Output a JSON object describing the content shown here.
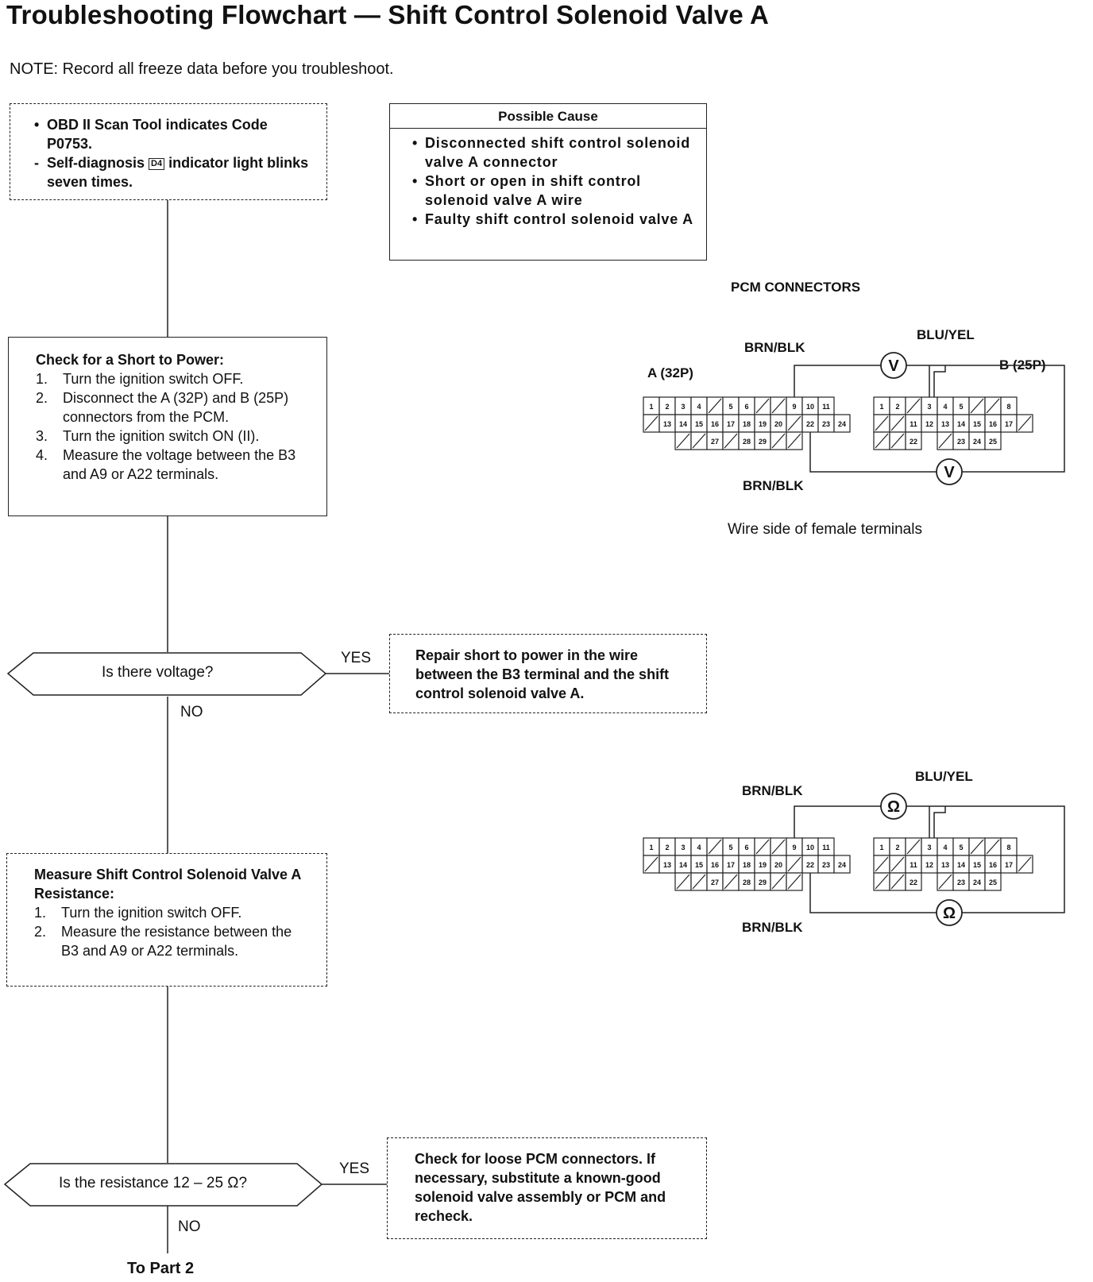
{
  "title": "Troubleshooting Flowchart — Shift Control Solenoid Valve A",
  "note": "NOTE:  Record all freeze data before you troubleshoot.",
  "start_box": {
    "line1": "OBD II Scan Tool indicates Code P0753.",
    "line2_pre": "Self-diagnosis",
    "line2_icon": "D4",
    "line2_post": "indicator light blinks seven times."
  },
  "possible_cause": {
    "header": "Possible Cause",
    "items": [
      "Disconnected shift control solenoid valve A connector",
      "Short or open in shift control solenoid valve A wire",
      "Faulty shift control solenoid valve A"
    ]
  },
  "check_short": {
    "title": "Check for a Short to Power:",
    "steps": [
      {
        "n": "1.",
        "text": "Turn the ignition switch OFF."
      },
      {
        "n": "2.",
        "text": "Disconnect the A (32P) and B (25P) connectors from the PCM."
      },
      {
        "n": "3.",
        "text": "Turn the ignition switch ON (II)."
      },
      {
        "n": "4.",
        "text": "Measure the voltage between the B3 and A9 or A22 terminals."
      }
    ]
  },
  "q1": {
    "text": "Is there voltage?",
    "yes": "YES",
    "no": "NO"
  },
  "repair_box": "Repair short to power in the wire between the B3 terminal and the shift control solenoid valve A.",
  "measure": {
    "title": "Measure Shift Control Solenoid Valve A Resistance:",
    "steps": [
      {
        "n": "1.",
        "text": "Turn the ignition switch OFF."
      },
      {
        "n": "2.",
        "text": "Measure the resistance between the B3 and A9 or A22 terminals."
      }
    ]
  },
  "q2": {
    "text": "Is the resistance 12 – 25 Ω?",
    "yes": "YES",
    "no": "NO"
  },
  "check_box": "Check for loose PCM connectors. If necessary, substitute a known-good solenoid valve assembly or PCM and recheck.",
  "to_part": "To Part 2",
  "diagram1": {
    "heading": "PCM CONNECTORS",
    "wire_top_left": "BRN/BLK",
    "wire_top_right": "BLU/YEL",
    "wire_bottom": "BRN/BLK",
    "conn_a": "A (32P)",
    "conn_b": "B (25P)",
    "meter": "V",
    "caption": "Wire side of female terminals"
  },
  "diagram2": {
    "wire_top_left": "BRN/BLK",
    "wire_top_right": "BLU/YEL",
    "wire_bottom": "BRN/BLK",
    "meter": "Ω"
  },
  "connector_a": {
    "row1": [
      "1",
      "2",
      "3",
      "4",
      "",
      "5",
      "6",
      "",
      "",
      "9",
      "10",
      "11"
    ],
    "row2": [
      "",
      "13",
      "14",
      "15",
      "16",
      "17",
      "18",
      "19",
      "20",
      "",
      "22",
      "23",
      "24"
    ],
    "row3": [
      "",
      "",
      "27",
      "",
      "28",
      "29",
      "",
      ""
    ]
  },
  "connector_b": {
    "row1": [
      "1",
      "2",
      "",
      "3",
      "4",
      "5",
      "",
      "",
      "8"
    ],
    "row2": [
      "",
      "",
      "11",
      "12",
      "13",
      "14",
      "15",
      "16",
      "17",
      ""
    ],
    "row3": [
      "",
      "",
      "22",
      "",
      "23",
      "24",
      "25"
    ]
  }
}
